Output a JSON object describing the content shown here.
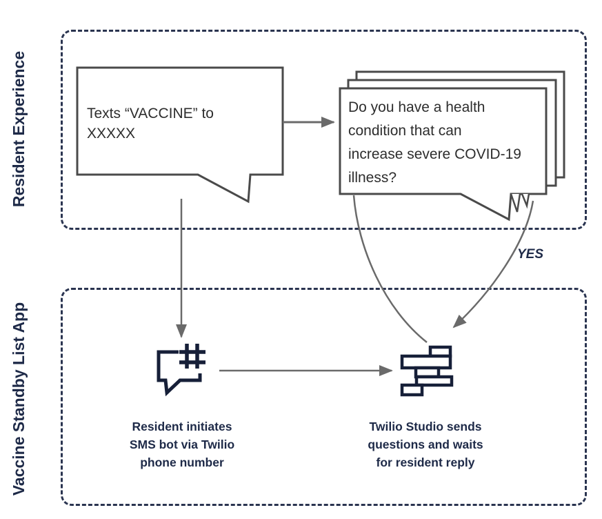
{
  "lanes": {
    "resident_experience": "Resident Experience",
    "vaccine_standby": "Vaccine Standby List App"
  },
  "messages": {
    "resident_text": "Texts “VACCINE” to\nXXXXX",
    "bot_question": "Do you have a health\ncondition that can\nincrease severe COVID-19\nillness?"
  },
  "flow": {
    "yes_label": "YES"
  },
  "captions": {
    "sms_step": "Resident initiates\nSMS bot via Twilio\nphone number",
    "studio_step": "Twilio Studio sends\nquestions and waits\nfor resident reply"
  },
  "colors": {
    "navy": "#1e2a48",
    "dash_border": "#2a3450",
    "bubble_stroke": "#4a4a4a",
    "arrow_gray": "#6a6a6a",
    "icon_navy": "#161f38"
  }
}
